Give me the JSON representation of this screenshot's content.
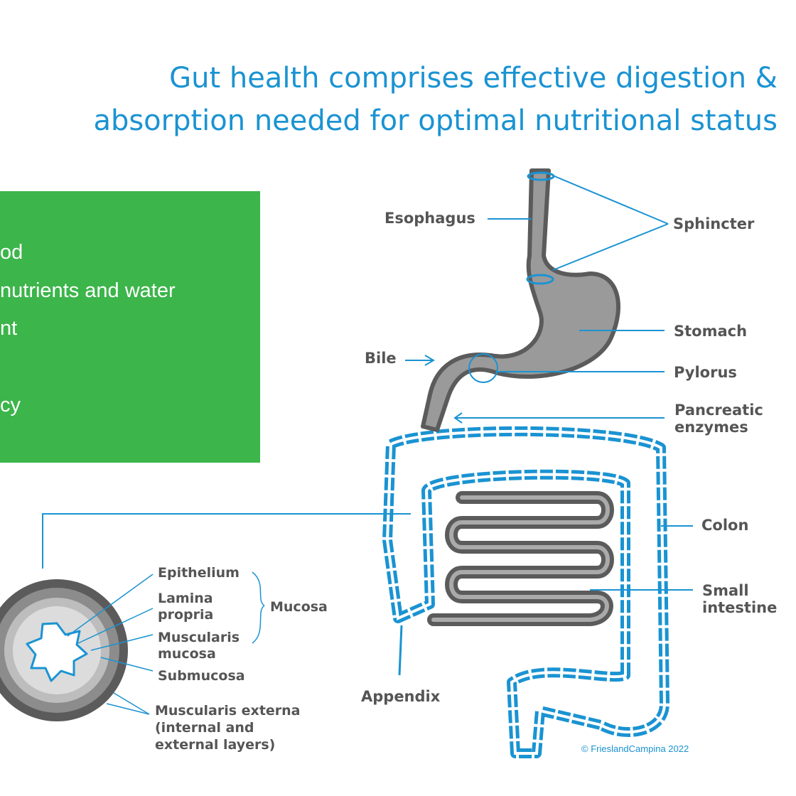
{
  "title": {
    "line1": "Gut health comprises effective digestion &",
    "line2": "absorption needed for optimal nutritional status"
  },
  "green_box": {
    "line1": "od",
    "line2": "nutrients and water",
    "line3": "nt",
    "line4": "cy"
  },
  "labels": {
    "esophagus": "Esophagus",
    "sphincter": "Sphincter",
    "stomach": "Stomach",
    "bile": "Bile",
    "pylorus": "Pylorus",
    "pancreatic_1": "Pancreatic",
    "pancreatic_2": "enzymes",
    "colon": "Colon",
    "small_1": "Small",
    "small_2": "intestine",
    "appendix": "Appendix"
  },
  "cross_section": {
    "epithelium": "Epithelium",
    "lamina_1": "Lamina",
    "lamina_2": "propria",
    "muscularis_1": "Muscularis",
    "muscularis_2": "mucosa",
    "submucosa": "Submucosa",
    "externa_1": "Muscularis externa",
    "externa_2": "(internal and",
    "externa_3": "external layers)",
    "mucosa": "Mucosa"
  },
  "copyright": "© FrieslandCampina 2022",
  "colors": {
    "blue": "#1a93d2",
    "green": "#3cb54a",
    "gray": "#9a9a9a",
    "dark_gray": "#5b5b5b"
  }
}
